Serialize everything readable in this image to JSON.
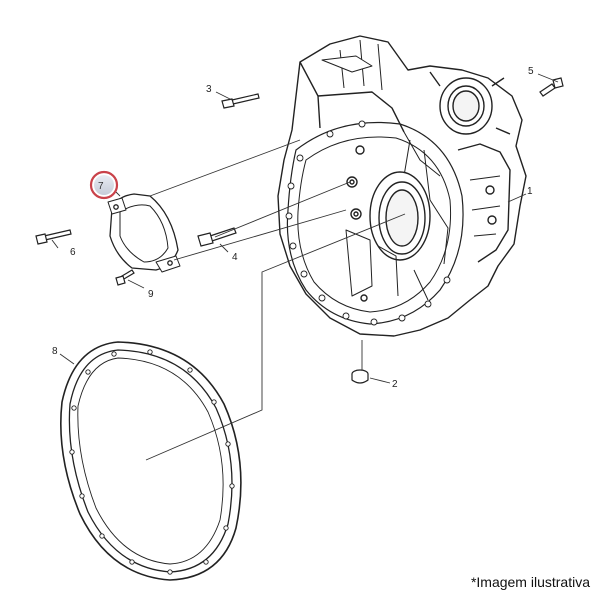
{
  "callouts": {
    "c1": "1",
    "c2": "2",
    "c3": "3",
    "c4": "4",
    "c5": "5",
    "c6": "6",
    "c7": "7",
    "c8": "8",
    "c9": "9"
  },
  "highlighted_callout": "7",
  "highlight_color": "#c9424a",
  "caption": "*Imagem ilustrativa"
}
